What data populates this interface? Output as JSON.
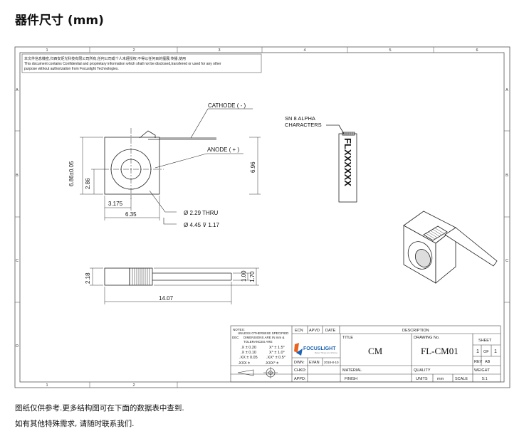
{
  "heading": "器件尺寸 (mm)",
  "grid": {
    "top_numbers": [
      "1",
      "2",
      "3",
      "4",
      "5",
      "6"
    ],
    "bottom_numbers": [
      "1",
      "2"
    ],
    "side_letters": [
      "A",
      "B",
      "C",
      "D"
    ]
  },
  "confidential": {
    "line1": "本文件信息機密,归西安炬光科技有限公司所有,任何公司或个人未經授权,不得以任何目的擅展,传播,使用",
    "line2": "This document contains Confidential and proprietary information which shall not be disclosed,transfered or used for any other",
    "line3": "purpose without authorization from Focuslight Technologies."
  },
  "labels": {
    "cathode": "CATHODE ( - )",
    "anode": "ANODE ( + )",
    "sn_line1": "SN 8 ALPHA",
    "sn_line2": "CHARACTERS",
    "sn_chars": "FLXXXXXX",
    "thru": "Ø 2.29 THRU",
    "cbore": "Ø 4.45 ⊽ 1.17"
  },
  "dims": {
    "d686": "6.86±0.05",
    "d286": "2.86",
    "d696": "6.96",
    "d3175": "3.175",
    "d635": "6.35",
    "d218": "2.18",
    "d100": "1.00",
    "d170": "1.70",
    "d1407": "14.07"
  },
  "title_block": {
    "notes_title": "NOTES:",
    "notes_line1": "UNLESS OTHERWISE SPECIFIED",
    "notes_line2": "DIMENSIONS ARE IN mm &",
    "notes_line3": "TOLERANCES ARE",
    "dec": "DEC",
    "tol_1": ".X ± 0.20",
    "tol_2": ".X ± 0.10",
    "tol_3": ".XX ± 0.05",
    "tol_4": ".XXX ±",
    "ang_1": "X° ± 1.5°",
    "ang_2": "X° ± 1.0°",
    "ang_3": ".XX° ± 0.5°",
    "ang_4": ".XXX° ±",
    "ecn": "ECN",
    "apvd": "APVD",
    "date": "DATE",
    "description": "DESCRIPTION",
    "logo": "FOCUSLIGHT",
    "logo_sub": "Better Things Are Shining",
    "title_lbl": "TITLE",
    "title_val": "CM",
    "drawing_no_lbl": "DRAWING No.",
    "drawing_no_val": "FL-CM01",
    "sheet_lbl": "SHEET",
    "sheet_1": "1",
    "sheet_of": "OF",
    "sheet_total": "1",
    "rev_lbl": "REV",
    "rev_val": "AB",
    "dwn_lbl": "DWN:",
    "dwn_val": "EVAN",
    "dwn_date": "2018-8-10",
    "chkd_lbl": "CHKD:",
    "appd_lbl": "APPD:",
    "material_lbl": "MATERIAL",
    "finish_lbl": "FINISH",
    "quality_lbl": "QUALITY",
    "weight_lbl": "WEIGHT",
    "units_lbl": "UNITS",
    "units_val": "mm",
    "scale_lbl": "SCALE",
    "scale_val": "5:1"
  },
  "footer": {
    "line1": "图纸仅供参考.更多结构图可在下面的数据表中查到.",
    "line2": "如有其他特殊需求, 请随时联系我们."
  }
}
